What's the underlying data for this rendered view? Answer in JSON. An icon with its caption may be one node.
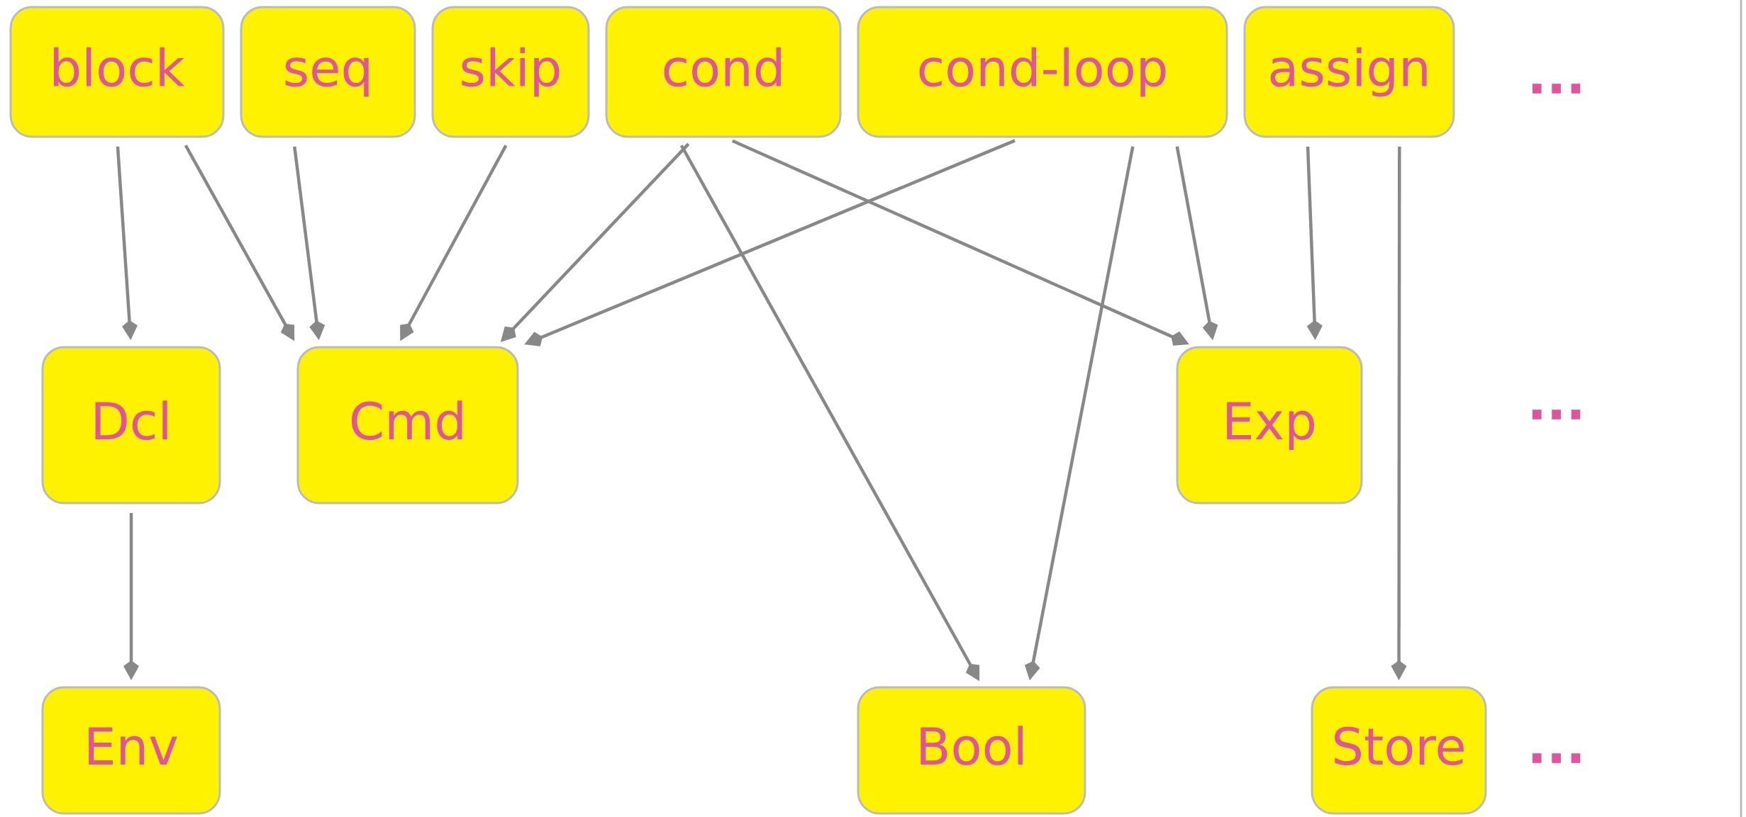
{
  "diagram": {
    "nodes": [
      {
        "text": [
          "block"
        ]
      },
      {
        "text": [
          "seq"
        ]
      },
      {
        "text": [
          "skip"
        ]
      },
      {
        "text": [
          "cond"
        ]
      },
      {
        "text": [
          "cond-loop"
        ]
      },
      {
        "text": [
          "assign"
        ],
        "beside": [
          "..."
        ]
      },
      {
        "text": [
          "Dcl"
        ]
      },
      {
        "text": [
          "Cmd"
        ]
      },
      {
        "text": [
          "Exp"
        ],
        "beside": [
          "..."
        ]
      },
      {
        "text": [
          "Env"
        ]
      },
      {
        "text": [
          "Bool"
        ]
      },
      {
        "text": [
          "Store"
        ],
        "beside": [
          "..."
        ]
      }
    ],
    "edges": [
      {
        "from": 0,
        "to": 6,
        "arrow": "to"
      },
      {
        "from": 0,
        "to": 7,
        "arrow": "to"
      },
      {
        "from": 1,
        "to": 7,
        "arrow": "to"
      },
      {
        "from": 2,
        "to": 7,
        "arrow": "to"
      },
      {
        "from": 3,
        "to": 7,
        "arrow": "to"
      },
      {
        "from": 3,
        "to": 10,
        "arrow": "to"
      },
      {
        "from": 3,
        "to": 8,
        "arrow": "to"
      },
      {
        "from": 4,
        "to": 7,
        "arrow": "to"
      },
      {
        "from": 4,
        "to": 10,
        "arrow": "to"
      },
      {
        "from": 4,
        "to": 8,
        "arrow": "to"
      },
      {
        "from": 5,
        "to": 8,
        "arrow": "to"
      },
      {
        "from": 5,
        "to": 11,
        "arrow": "to"
      },
      {
        "from": 6,
        "to": 9,
        "arrow": "to"
      }
    ]
  }
}
